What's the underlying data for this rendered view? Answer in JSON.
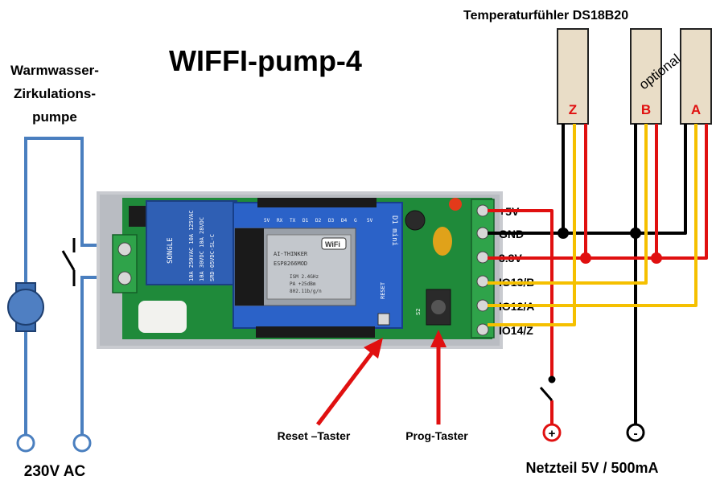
{
  "title": "WIFFI-pump-4",
  "pump": {
    "label_line1": "Warmwasser-",
    "label_line2": "Zirkulations-",
    "label_line3": "pumpe",
    "mains_label": "230V AC"
  },
  "sensors": {
    "header": "Temperaturfühler  DS18B20",
    "optional_label": "optional",
    "items": [
      {
        "letter": "Z"
      },
      {
        "letter": "B"
      },
      {
        "letter": "A"
      }
    ]
  },
  "terminals": [
    {
      "label": "+5V"
    },
    {
      "label": "GND"
    },
    {
      "label": "3.3V"
    },
    {
      "label": "IO13/B"
    },
    {
      "label": "IO12/A"
    },
    {
      "label": "IO14/Z"
    }
  ],
  "buttons": {
    "reset_label": "Reset –Taster",
    "prog_label": "Prog-Taster"
  },
  "power_supply": {
    "label": "Netzteil 5V / 500mA",
    "plus": "+",
    "minus": "-"
  },
  "board": {
    "relay_brand": "SONGLE",
    "relay_lines": [
      "10A 250VAC 10A 125VAC",
      "10A 30VDC 10A 28VDC",
      "SRD-05VDC-SL-C"
    ],
    "wifi_badge": "WiFi",
    "module_model": "ESP8266MOD",
    "module_vendor": "AI-THINKER",
    "module_specs": [
      "ISM 2.4GHz",
      "PA +25dBm",
      "802.11b/g/n"
    ],
    "d1_label": "D1 mini",
    "reset_silk": "RESET",
    "s2_silk": "S2",
    "pin_labels_top": [
      "5V",
      "RX",
      "TX",
      "D1",
      "D2",
      "D3",
      "D4",
      "G",
      "5V"
    ]
  },
  "colors": {
    "wire_black": "#000000",
    "wire_red": "#e01010",
    "wire_yellow": "#f5c000",
    "wire_blue": "#4a7fbf",
    "pcb_green": "#1f8a3a",
    "relay_blue": "#2f5fb4",
    "d1_blue": "#2b62c8",
    "arrow_red": "#e01010"
  }
}
